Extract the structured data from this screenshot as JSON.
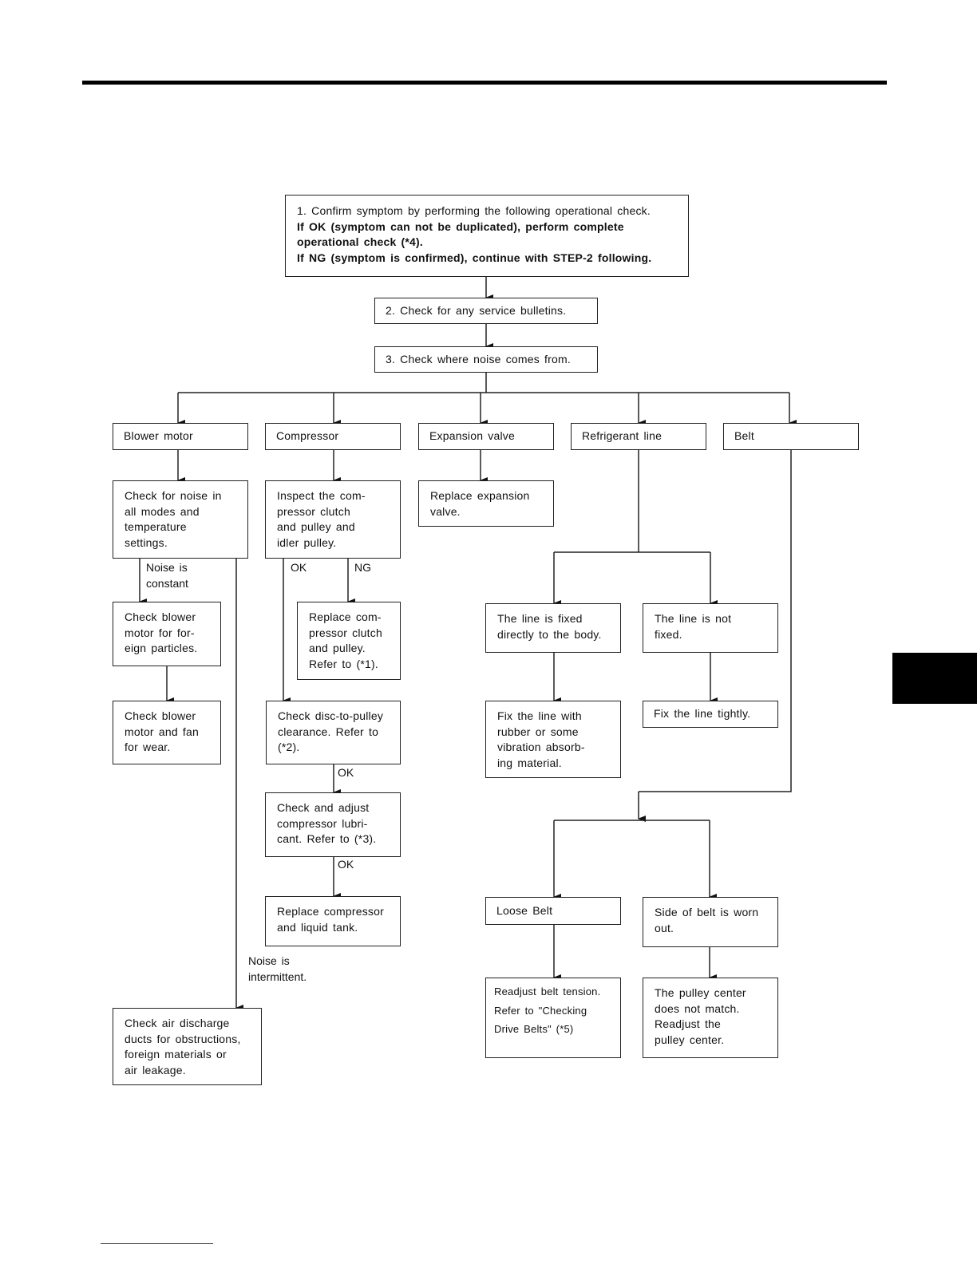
{
  "steps": {
    "confirm": {
      "line1": "1. Confirm symptom by performing the following operational check.",
      "line2": "If OK (symptom can not be duplicated), perform complete",
      "line3": "operational check (*4).",
      "line4": "If NG (symptom is confirmed), continue with STEP-2 following."
    },
    "bulletins": "2. Check for any service bulletins.",
    "noise_source": "3. Check where noise comes from."
  },
  "categories": {
    "blower_motor": "Blower motor",
    "compressor": "Compressor",
    "expansion_valve": "Expansion valve",
    "refrigerant_line": "Refrigerant line",
    "belt": "Belt"
  },
  "blower": {
    "check_noise": [
      "Check for noise in",
      "all modes and",
      "temperature",
      "settings."
    ],
    "noise_constant": [
      "Noise is",
      "constant"
    ],
    "check_particles": [
      "Check blower",
      "motor for for-",
      "eign particles."
    ],
    "check_wear": [
      "Check blower",
      "motor and fan",
      "for wear."
    ],
    "noise_intermittent": [
      "Noise is",
      "intermittent."
    ],
    "check_ducts": [
      "Check air discharge",
      "ducts for obstructions,",
      "foreign materials or",
      "air leakage."
    ]
  },
  "compressor": {
    "inspect": [
      "Inspect the com-",
      "pressor clutch",
      "and pulley and",
      "idler pulley."
    ],
    "ok_label": "OK",
    "ng_label": "NG",
    "replace_clutch": [
      "Replace com-",
      "pressor clutch",
      "and pulley.",
      "Refer to (*1)."
    ],
    "check_clearance": [
      "Check disc-to-pulley",
      "clearance. Refer to",
      "(*2)."
    ],
    "ok_label_2": "OK",
    "check_lubricant": [
      "Check and adjust",
      "compressor lubri-",
      "cant. Refer to (*3)."
    ],
    "ok_label_3": "OK",
    "replace_compressor": [
      "Replace compressor",
      "and liquid tank."
    ]
  },
  "expansion": {
    "replace_valve": [
      "Replace expansion",
      "valve."
    ]
  },
  "refrigerant": {
    "line_fixed": [
      "The line is fixed",
      "directly to the body."
    ],
    "line_not_fixed": [
      "The line is not",
      "fixed."
    ],
    "fix_rubber": [
      "Fix the line with",
      "rubber or some",
      "vibration absorb-",
      "ing material."
    ],
    "fix_tightly": "Fix the line tightly."
  },
  "belt": {
    "loose": "Loose Belt",
    "worn": [
      "Side of belt is worn",
      "out."
    ],
    "readjust_tension": [
      "Readjust belt tension.",
      "Refer to \"Checking",
      "Drive Belts\" (*5)"
    ],
    "pulley_center": [
      "The pulley center",
      "does not match.",
      "Readjust the",
      "pulley center."
    ]
  }
}
